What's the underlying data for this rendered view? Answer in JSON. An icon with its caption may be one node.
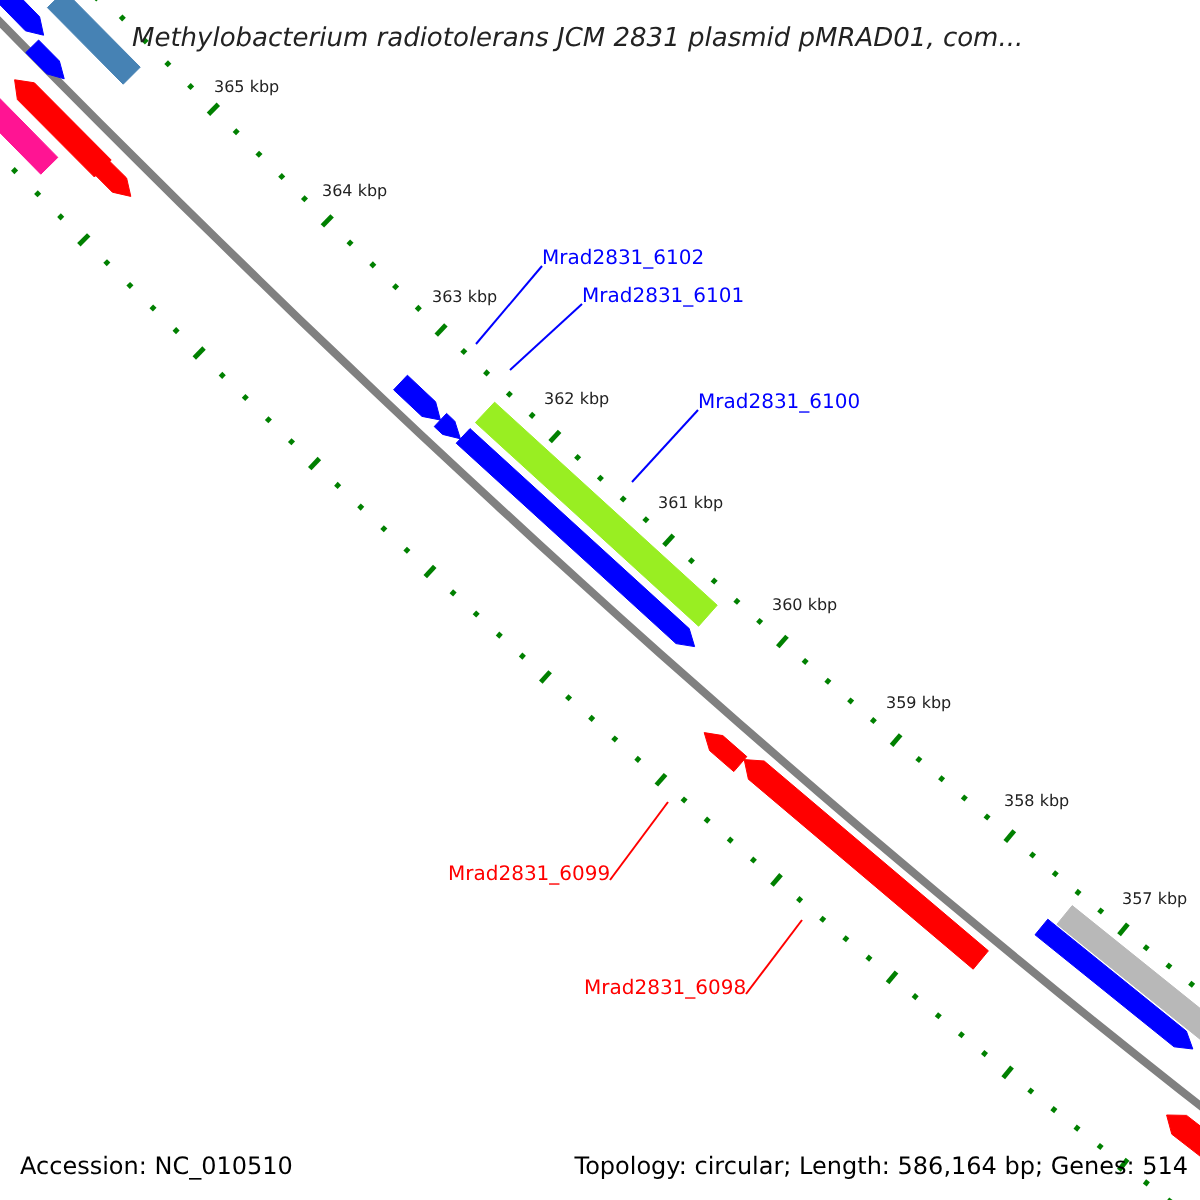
{
  "diagram": {
    "title": "Methylobacterium radiotolerans JCM 2831 plasmid pMRAD01, com...",
    "nodes": [
      {
        "text": [
          "Mrad2831_6102"
        ]
      },
      {
        "text": [
          "Mrad2831_6101"
        ]
      },
      {
        "text": [
          "Mrad2831_6100"
        ]
      },
      {
        "text": [
          "Mrad2831_6099"
        ]
      },
      {
        "text": [
          "Mrad2831_6098"
        ]
      }
    ],
    "edges": [
      {
        "from": 0,
        "to": null,
        "arrow": "none"
      },
      {
        "from": 1,
        "to": null,
        "arrow": "none"
      },
      {
        "from": 2,
        "to": null,
        "arrow": "none"
      },
      {
        "from": 3,
        "to": null,
        "arrow": "none",
        "color": "#ff0000"
      },
      {
        "from": 4,
        "to": null,
        "arrow": "none",
        "color": "#ff0000"
      }
    ],
    "labels": [
      "365 kbp",
      "364 kbp",
      "363 kbp",
      "362 kbp",
      "361 kbp",
      "360 kbp",
      "359 kbp",
      "358 kbp",
      "357 kbp",
      "Accession: NC_010510",
      "Topology: circular; Length: 586,164 bp; Genes: 514"
    ]
  }
}
